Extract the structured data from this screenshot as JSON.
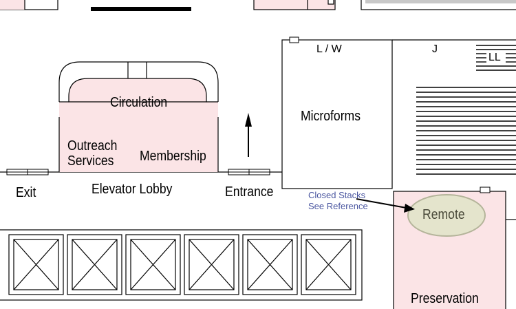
{
  "map": {
    "rooms": {
      "circulation": "Circulation",
      "outreach_line1": "Outreach",
      "outreach_line2": "Services",
      "membership": "Membership",
      "microforms": "Microforms",
      "preservation": "Preservation"
    },
    "labels": {
      "exit": "Exit",
      "elevator_lobby": "Elevator Lobby",
      "entrance": "Entrance",
      "lw": "L / W",
      "j": "J",
      "ll": "LL"
    },
    "notes": {
      "closed_stacks_line1": "Closed Stacks",
      "closed_stacks_line2": "See Reference",
      "remote": "Remote"
    },
    "colors": {
      "room_fill": "#fbe4e6",
      "remote_fill": "#e4e4cc",
      "note_text": "#4a56a0"
    }
  }
}
